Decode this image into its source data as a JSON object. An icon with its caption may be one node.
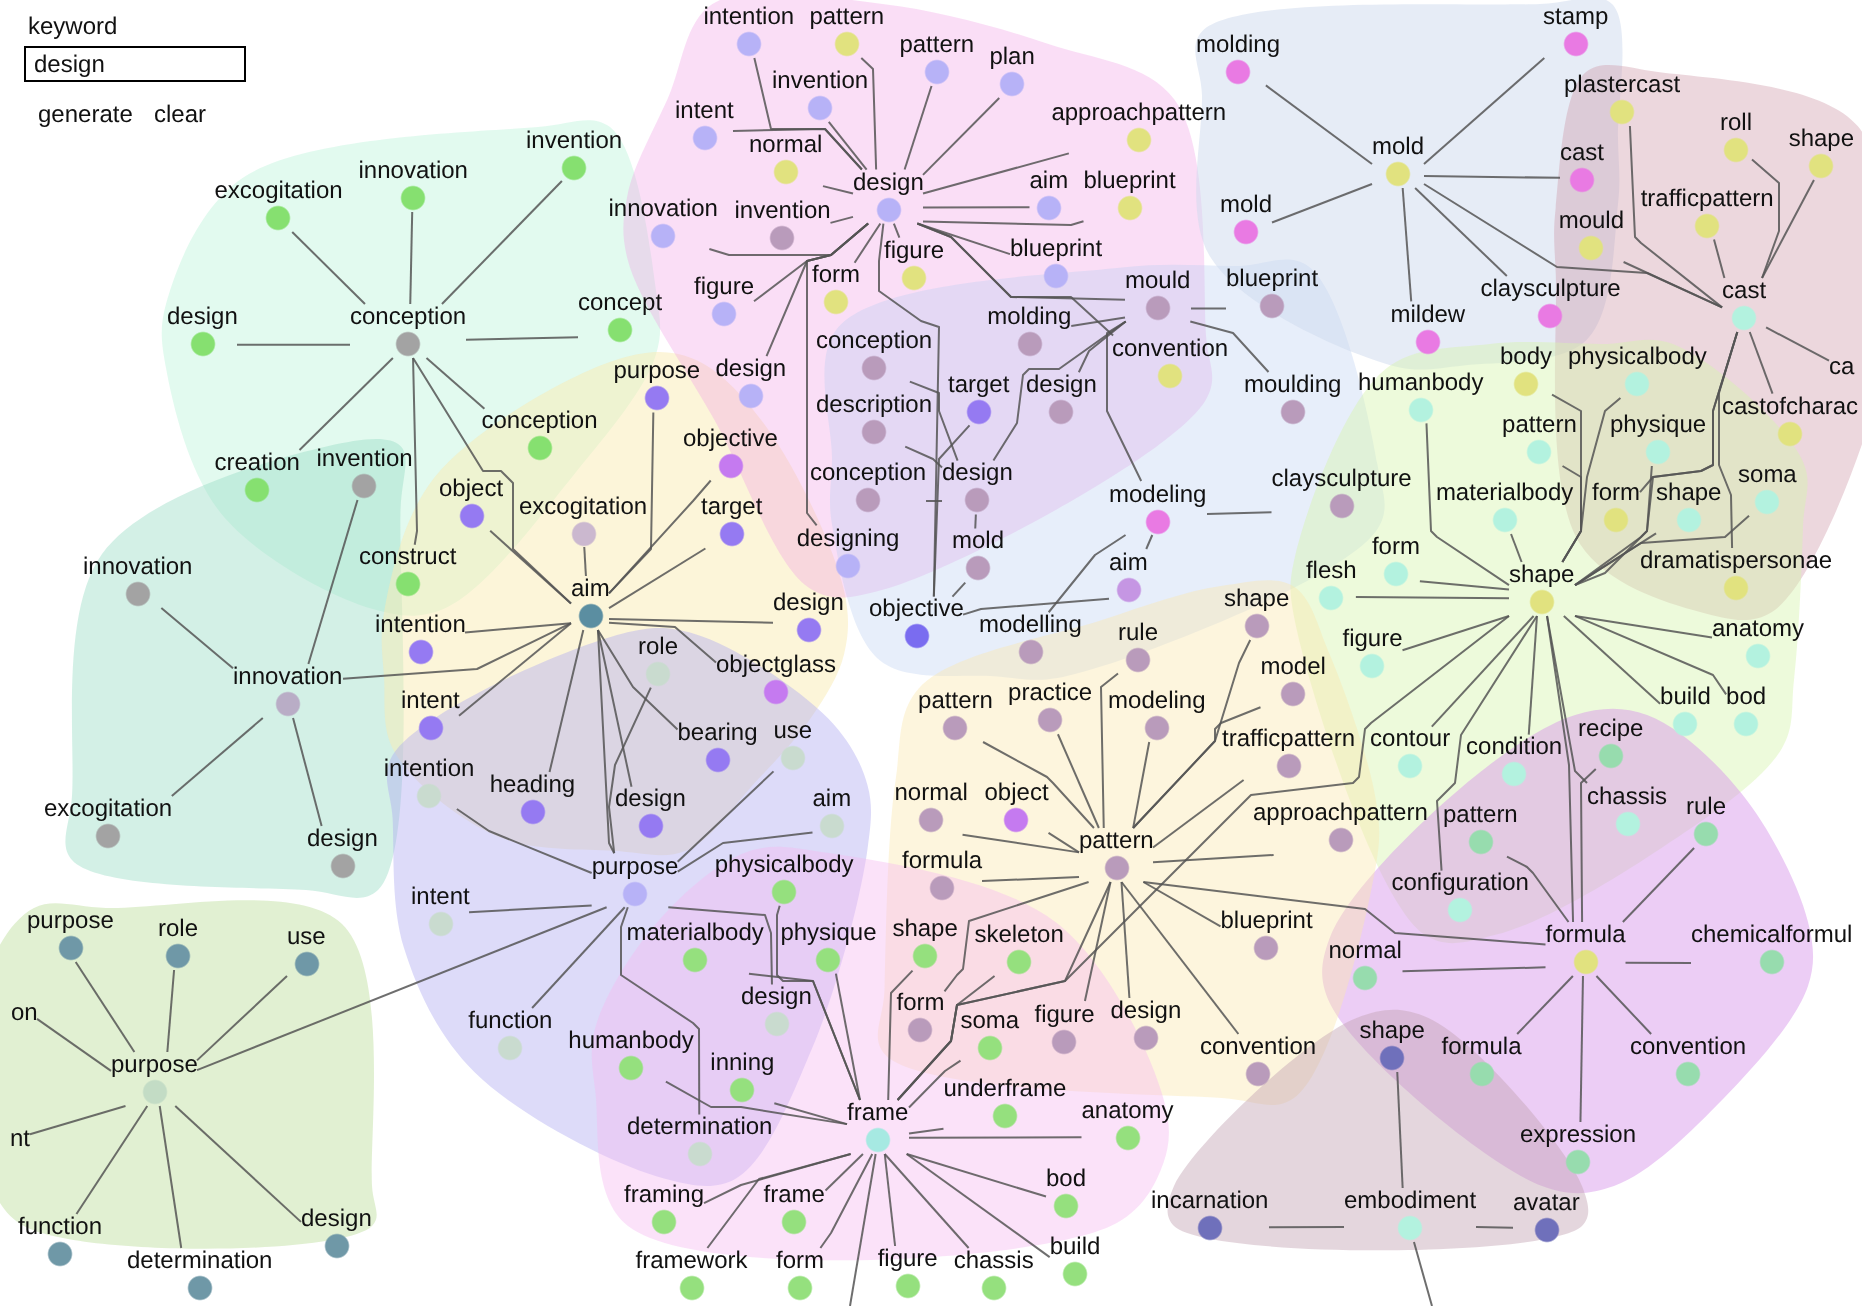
{
  "diagram": {
    "nodes": [
      {
        "text": [
          "conception"
        ]
      },
      {
        "text": [
          "excogitation"
        ]
      },
      {
        "text": [
          "innovation"
        ]
      },
      {
        "text": [
          "invention"
        ]
      },
      {
        "text": [
          "design"
        ]
      },
      {
        "text": [
          "concept"
        ]
      },
      {
        "text": [
          "creation"
        ]
      },
      {
        "text": [
          "conception"
        ]
      },
      {
        "text": [
          "construct"
        ]
      },
      {
        "text": [
          "innovation"
        ]
      },
      {
        "text": [
          "invention"
        ]
      },
      {
        "text": [
          "innovation"
        ]
      },
      {
        "text": [
          "excogitation"
        ]
      },
      {
        "text": [
          "design"
        ]
      },
      {
        "text": [
          "aim"
        ]
      },
      {
        "text": [
          "object"
        ]
      },
      {
        "text": [
          "excogitation"
        ]
      },
      {
        "text": [
          "intention"
        ]
      },
      {
        "text": [
          "intent"
        ]
      },
      {
        "text": [
          "heading"
        ]
      },
      {
        "text": [
          "purpose"
        ]
      },
      {
        "text": [
          "objective"
        ]
      },
      {
        "text": [
          "target"
        ]
      },
      {
        "text": [
          "design"
        ]
      },
      {
        "text": [
          "objectglass"
        ]
      },
      {
        "text": [
          "bearing"
        ]
      },
      {
        "text": [
          "design"
        ]
      },
      {
        "text": [
          "purpose"
        ]
      },
      {
        "text": [
          "intention"
        ]
      },
      {
        "text": [
          "intent"
        ]
      },
      {
        "text": [
          "role"
        ]
      },
      {
        "text": [
          "use"
        ]
      },
      {
        "text": [
          "aim"
        ]
      },
      {
        "text": [
          "design"
        ]
      },
      {
        "text": [
          "function"
        ]
      },
      {
        "text": [
          "determination"
        ]
      },
      {
        "text": [
          "purpose"
        ]
      },
      {
        "text": [
          "purpose"
        ]
      },
      {
        "text": [
          "role"
        ]
      },
      {
        "text": [
          "use"
        ]
      },
      {
        "text": [
          "on"
        ]
      },
      {
        "text": [
          "nt"
        ]
      },
      {
        "text": [
          "function"
        ]
      },
      {
        "text": [
          "design"
        ]
      },
      {
        "text": [
          "determination"
        ]
      },
      {
        "text": [
          "design"
        ]
      },
      {
        "text": [
          "intention"
        ]
      },
      {
        "text": [
          "invention"
        ]
      },
      {
        "text": [
          "pattern"
        ]
      },
      {
        "text": [
          "plan"
        ]
      },
      {
        "text": [
          "intent"
        ]
      },
      {
        "text": [
          "innovation"
        ]
      },
      {
        "text": [
          "aim"
        ]
      },
      {
        "text": [
          "figure"
        ]
      },
      {
        "text": [
          "blueprint"
        ]
      },
      {
        "text": [
          "design"
        ]
      },
      {
        "text": [
          "designing"
        ]
      },
      {
        "text": [
          "pattern"
        ]
      },
      {
        "text": [
          "normal"
        ]
      },
      {
        "text": [
          "approachpattern"
        ]
      },
      {
        "text": [
          "blueprint"
        ]
      },
      {
        "text": [
          "form"
        ]
      },
      {
        "text": [
          "figure"
        ]
      },
      {
        "text": [
          "convention"
        ]
      },
      {
        "text": [
          "invention"
        ]
      },
      {
        "text": [
          "mould"
        ]
      },
      {
        "text": [
          "conception"
        ]
      },
      {
        "text": [
          "molding"
        ]
      },
      {
        "text": [
          "design"
        ]
      },
      {
        "text": [
          "target"
        ]
      },
      {
        "text": [
          "conception"
        ]
      },
      {
        "text": [
          "description"
        ]
      },
      {
        "text": [
          "design"
        ]
      },
      {
        "text": [
          "mold"
        ]
      },
      {
        "text": [
          "objective"
        ]
      },
      {
        "text": [
          "modeling"
        ]
      },
      {
        "text": [
          "aim"
        ]
      },
      {
        "text": [
          "blueprint"
        ]
      },
      {
        "text": [
          "moulding"
        ]
      },
      {
        "text": [
          "claysculpture"
        ]
      },
      {
        "text": [
          "modelling"
        ]
      },
      {
        "text": [
          "mold"
        ]
      },
      {
        "text": [
          "stamp"
        ]
      },
      {
        "text": [
          "molding"
        ]
      },
      {
        "text": [
          "cast"
        ]
      },
      {
        "text": [
          "mold"
        ]
      },
      {
        "text": [
          "claysculpture"
        ]
      },
      {
        "text": [
          "mildew"
        ]
      },
      {
        "text": [
          "cast"
        ]
      },
      {
        "text": [
          "plastercast"
        ]
      },
      {
        "text": [
          "roll"
        ]
      },
      {
        "text": [
          "shape"
        ]
      },
      {
        "text": [
          "trafficpattern"
        ]
      },
      {
        "text": [
          "mould"
        ]
      },
      {
        "text": [
          "ca"
        ]
      },
      {
        "text": [
          "castofcharac"
        ]
      },
      {
        "text": [
          "dramatispersonae"
        ]
      },
      {
        "text": [
          "form"
        ]
      },
      {
        "text": [
          "shape"
        ]
      },
      {
        "text": [
          "humanbody"
        ]
      },
      {
        "text": [
          "materialbody"
        ]
      },
      {
        "text": [
          "body"
        ]
      },
      {
        "text": [
          "pattern"
        ]
      },
      {
        "text": [
          "physicalbody"
        ]
      },
      {
        "text": [
          "physique"
        ]
      },
      {
        "text": [
          "shape"
        ]
      },
      {
        "text": [
          "soma"
        ]
      },
      {
        "text": [
          "anatomy"
        ]
      },
      {
        "text": [
          "bod"
        ]
      },
      {
        "text": [
          "build"
        ]
      },
      {
        "text": [
          "flesh"
        ]
      },
      {
        "text": [
          "form"
        ]
      },
      {
        "text": [
          "figure"
        ]
      },
      {
        "text": [
          "contour"
        ]
      },
      {
        "text": [
          "condition"
        ]
      },
      {
        "text": [
          "chassis"
        ]
      },
      {
        "text": [
          "configuration"
        ]
      },
      {
        "text": [
          "formula"
        ]
      },
      {
        "text": [
          "recipe"
        ]
      },
      {
        "text": [
          "pattern"
        ]
      },
      {
        "text": [
          "rule"
        ]
      },
      {
        "text": [
          "normal"
        ]
      },
      {
        "text": [
          "chemicalformul"
        ]
      },
      {
        "text": [
          "formula"
        ]
      },
      {
        "text": [
          "convention"
        ]
      },
      {
        "text": [
          "expression"
        ]
      },
      {
        "text": [
          "pattern"
        ]
      },
      {
        "text": [
          "pattern"
        ]
      },
      {
        "text": [
          "practice"
        ]
      },
      {
        "text": [
          "rule"
        ]
      },
      {
        "text": [
          "modeling"
        ]
      },
      {
        "text": [
          "normal"
        ]
      },
      {
        "text": [
          "object"
        ]
      },
      {
        "text": [
          "formula"
        ]
      },
      {
        "text": [
          "form"
        ]
      },
      {
        "text": [
          "figure"
        ]
      },
      {
        "text": [
          "design"
        ]
      },
      {
        "text": [
          "convention"
        ]
      },
      {
        "text": [
          "blueprint"
        ]
      },
      {
        "text": [
          "approachpattern"
        ]
      },
      {
        "text": [
          "trafficpattern"
        ]
      },
      {
        "text": [
          "model"
        ]
      },
      {
        "text": [
          "shape"
        ]
      },
      {
        "text": [
          "frame"
        ]
      },
      {
        "text": [
          "physicalbody"
        ]
      },
      {
        "text": [
          "physique"
        ]
      },
      {
        "text": [
          "shape"
        ]
      },
      {
        "text": [
          "materialbody"
        ]
      },
      {
        "text": [
          "skeleton"
        ]
      },
      {
        "text": [
          "soma"
        ]
      },
      {
        "text": [
          "underframe"
        ]
      },
      {
        "text": [
          "inning"
        ]
      },
      {
        "text": [
          "humanbody"
        ]
      },
      {
        "text": [
          "anatomy"
        ]
      },
      {
        "text": [
          "framing"
        ]
      },
      {
        "text": [
          "bod"
        ]
      },
      {
        "text": [
          "framework"
        ]
      },
      {
        "text": [
          "frame"
        ]
      },
      {
        "text": [
          "build"
        ]
      },
      {
        "text": [
          "figure"
        ]
      },
      {
        "text": [
          "chassis"
        ]
      },
      {
        "text": [
          "form"
        ]
      },
      {
        "text": [
          "embodiment"
        ]
      },
      {
        "text": [
          "shape"
        ]
      },
      {
        "text": [
          "incarnation"
        ]
      },
      {
        "text": [
          "avatar"
        ]
      }
    ],
    "edges": [
      {
        "from": 0,
        "to": 1,
        "arrow": "none"
      },
      {
        "from": 0,
        "to": 2,
        "arrow": "none"
      },
      {
        "from": 0,
        "to": 3,
        "arrow": "none"
      },
      {
        "from": 0,
        "to": 4,
        "arrow": "none"
      },
      {
        "from": 0,
        "to": 5,
        "arrow": "none"
      },
      {
        "from": 0,
        "to": 6,
        "arrow": "none"
      },
      {
        "from": 0,
        "to": 7,
        "arrow": "none"
      },
      {
        "from": 0,
        "to": 8,
        "arrow": "none"
      },
      {
        "from": 9,
        "to": 10,
        "arrow": "none"
      },
      {
        "from": 9,
        "to": 11,
        "arrow": "none"
      },
      {
        "from": 9,
        "to": 12,
        "arrow": "none"
      },
      {
        "from": 9,
        "to": 13,
        "arrow": "none"
      },
      {
        "from": 14,
        "to": 15,
        "arrow": "none"
      },
      {
        "from": 14,
        "to": 16,
        "arrow": "none"
      },
      {
        "from": 14,
        "to": 17,
        "arrow": "none"
      },
      {
        "from": 14,
        "to": 18,
        "arrow": "none"
      },
      {
        "from": 14,
        "to": 19,
        "arrow": "none"
      },
      {
        "from": 14,
        "to": 20,
        "arrow": "none"
      },
      {
        "from": 14,
        "to": 21,
        "arrow": "none"
      },
      {
        "from": 14,
        "to": 22,
        "arrow": "none"
      },
      {
        "from": 14,
        "to": 23,
        "arrow": "none"
      },
      {
        "from": 14,
        "to": 24,
        "arrow": "none"
      },
      {
        "from": 14,
        "to": 25,
        "arrow": "none"
      },
      {
        "from": 14,
        "to": 26,
        "arrow": "none"
      },
      {
        "from": 27,
        "to": 28,
        "arrow": "none"
      },
      {
        "from": 27,
        "to": 29,
        "arrow": "none"
      },
      {
        "from": 27,
        "to": 30,
        "arrow": "none"
      },
      {
        "from": 27,
        "to": 31,
        "arrow": "none"
      },
      {
        "from": 27,
        "to": 32,
        "arrow": "none"
      },
      {
        "from": 27,
        "to": 33,
        "arrow": "none"
      },
      {
        "from": 27,
        "to": 34,
        "arrow": "none"
      },
      {
        "from": 27,
        "to": 35,
        "arrow": "none"
      },
      {
        "from": 36,
        "to": 37,
        "arrow": "none"
      },
      {
        "from": 36,
        "to": 38,
        "arrow": "none"
      },
      {
        "from": 36,
        "to": 39,
        "arrow": "none"
      },
      {
        "from": 36,
        "to": 40,
        "arrow": "none"
      },
      {
        "from": 36,
        "to": 41,
        "arrow": "none"
      },
      {
        "from": 36,
        "to": 42,
        "arrow": "none"
      },
      {
        "from": 36,
        "to": 43,
        "arrow": "none"
      },
      {
        "from": 36,
        "to": 44,
        "arrow": "none"
      },
      {
        "from": 45,
        "to": 46,
        "arrow": "none"
      },
      {
        "from": 45,
        "to": 47,
        "arrow": "none"
      },
      {
        "from": 45,
        "to": 48,
        "arrow": "none"
      },
      {
        "from": 45,
        "to": 49,
        "arrow": "none"
      },
      {
        "from": 45,
        "to": 50,
        "arrow": "none"
      },
      {
        "from": 45,
        "to": 51,
        "arrow": "none"
      },
      {
        "from": 45,
        "to": 52,
        "arrow": "none"
      },
      {
        "from": 45,
        "to": 53,
        "arrow": "none"
      },
      {
        "from": 45,
        "to": 54,
        "arrow": "none"
      },
      {
        "from": 45,
        "to": 55,
        "arrow": "none"
      },
      {
        "from": 45,
        "to": 56,
        "arrow": "none"
      },
      {
        "from": 45,
        "to": 57,
        "arrow": "none"
      },
      {
        "from": 45,
        "to": 58,
        "arrow": "none"
      },
      {
        "from": 45,
        "to": 59,
        "arrow": "none"
      },
      {
        "from": 45,
        "to": 60,
        "arrow": "none"
      },
      {
        "from": 45,
        "to": 61,
        "arrow": "none"
      },
      {
        "from": 45,
        "to": 62,
        "arrow": "none"
      },
      {
        "from": 45,
        "to": 63,
        "arrow": "none"
      },
      {
        "from": 45,
        "to": 64,
        "arrow": "none"
      },
      {
        "from": 65,
        "to": 67,
        "arrow": "none"
      },
      {
        "from": 65,
        "to": 68,
        "arrow": "none"
      },
      {
        "from": 65,
        "to": 72,
        "arrow": "none"
      },
      {
        "from": 65,
        "to": 75,
        "arrow": "none"
      },
      {
        "from": 65,
        "to": 77,
        "arrow": "none"
      },
      {
        "from": 65,
        "to": 78,
        "arrow": "none"
      },
      {
        "from": 72,
        "to": 66,
        "arrow": "none"
      },
      {
        "from": 72,
        "to": 70,
        "arrow": "none"
      },
      {
        "from": 72,
        "to": 71,
        "arrow": "none"
      },
      {
        "from": 72,
        "to": 73,
        "arrow": "none"
      },
      {
        "from": 74,
        "to": 69,
        "arrow": "none"
      },
      {
        "from": 74,
        "to": 73,
        "arrow": "none"
      },
      {
        "from": 74,
        "to": 76,
        "arrow": "none"
      },
      {
        "from": 75,
        "to": 76,
        "arrow": "none"
      },
      {
        "from": 75,
        "to": 79,
        "arrow": "none"
      },
      {
        "from": 75,
        "to": 80,
        "arrow": "none"
      },
      {
        "from": 81,
        "to": 82,
        "arrow": "none"
      },
      {
        "from": 81,
        "to": 83,
        "arrow": "none"
      },
      {
        "from": 81,
        "to": 84,
        "arrow": "none"
      },
      {
        "from": 81,
        "to": 85,
        "arrow": "none"
      },
      {
        "from": 81,
        "to": 86,
        "arrow": "none"
      },
      {
        "from": 81,
        "to": 87,
        "arrow": "none"
      },
      {
        "from": 88,
        "to": 89,
        "arrow": "none"
      },
      {
        "from": 88,
        "to": 90,
        "arrow": "none"
      },
      {
        "from": 88,
        "to": 91,
        "arrow": "none"
      },
      {
        "from": 88,
        "to": 92,
        "arrow": "none"
      },
      {
        "from": 88,
        "to": 93,
        "arrow": "none"
      },
      {
        "from": 88,
        "to": 94,
        "arrow": "none"
      },
      {
        "from": 88,
        "to": 95,
        "arrow": "none"
      },
      {
        "from": 88,
        "to": 96,
        "arrow": "none"
      },
      {
        "from": 88,
        "to": 97,
        "arrow": "none"
      },
      {
        "from": 98,
        "to": 99,
        "arrow": "none"
      },
      {
        "from": 98,
        "to": 100,
        "arrow": "none"
      },
      {
        "from": 98,
        "to": 101,
        "arrow": "none"
      },
      {
        "from": 98,
        "to": 102,
        "arrow": "none"
      },
      {
        "from": 98,
        "to": 103,
        "arrow": "none"
      },
      {
        "from": 98,
        "to": 104,
        "arrow": "none"
      },
      {
        "from": 98,
        "to": 105,
        "arrow": "none"
      },
      {
        "from": 98,
        "to": 106,
        "arrow": "none"
      },
      {
        "from": 98,
        "to": 107,
        "arrow": "none"
      },
      {
        "from": 98,
        "to": 108,
        "arrow": "none"
      },
      {
        "from": 98,
        "to": 109,
        "arrow": "none"
      },
      {
        "from": 98,
        "to": 110,
        "arrow": "none"
      },
      {
        "from": 98,
        "to": 111,
        "arrow": "none"
      },
      {
        "from": 98,
        "to": 112,
        "arrow": "none"
      },
      {
        "from": 98,
        "to": 113,
        "arrow": "none"
      },
      {
        "from": 98,
        "to": 114,
        "arrow": "none"
      },
      {
        "from": 98,
        "to": 115,
        "arrow": "none"
      },
      {
        "from": 98,
        "to": 116,
        "arrow": "none"
      },
      {
        "from": 117,
        "to": 118,
        "arrow": "none"
      },
      {
        "from": 117,
        "to": 119,
        "arrow": "none"
      },
      {
        "from": 117,
        "to": 120,
        "arrow": "none"
      },
      {
        "from": 117,
        "to": 121,
        "arrow": "none"
      },
      {
        "from": 117,
        "to": 122,
        "arrow": "none"
      },
      {
        "from": 117,
        "to": 123,
        "arrow": "none"
      },
      {
        "from": 117,
        "to": 124,
        "arrow": "none"
      },
      {
        "from": 117,
        "to": 125,
        "arrow": "none"
      },
      {
        "from": 126,
        "to": 127,
        "arrow": "none"
      },
      {
        "from": 126,
        "to": 128,
        "arrow": "none"
      },
      {
        "from": 126,
        "to": 129,
        "arrow": "none"
      },
      {
        "from": 126,
        "to": 130,
        "arrow": "none"
      },
      {
        "from": 126,
        "to": 131,
        "arrow": "none"
      },
      {
        "from": 126,
        "to": 132,
        "arrow": "none"
      },
      {
        "from": 126,
        "to": 133,
        "arrow": "none"
      },
      {
        "from": 126,
        "to": 134,
        "arrow": "none"
      },
      {
        "from": 126,
        "to": 135,
        "arrow": "none"
      },
      {
        "from": 126,
        "to": 136,
        "arrow": "none"
      },
      {
        "from": 126,
        "to": 137,
        "arrow": "none"
      },
      {
        "from": 126,
        "to": 138,
        "arrow": "none"
      },
      {
        "from": 126,
        "to": 139,
        "arrow": "none"
      },
      {
        "from": 126,
        "to": 140,
        "arrow": "none"
      },
      {
        "from": 126,
        "to": 141,
        "arrow": "none"
      },
      {
        "from": 126,
        "to": 142,
        "arrow": "none"
      },
      {
        "from": 143,
        "to": 144,
        "arrow": "none"
      },
      {
        "from": 143,
        "to": 145,
        "arrow": "none"
      },
      {
        "from": 143,
        "to": 146,
        "arrow": "none"
      },
      {
        "from": 143,
        "to": 147,
        "arrow": "none"
      },
      {
        "from": 143,
        "to": 148,
        "arrow": "none"
      },
      {
        "from": 143,
        "to": 149,
        "arrow": "none"
      },
      {
        "from": 143,
        "to": 150,
        "arrow": "none"
      },
      {
        "from": 143,
        "to": 151,
        "arrow": "none"
      },
      {
        "from": 143,
        "to": 152,
        "arrow": "none"
      },
      {
        "from": 143,
        "to": 153,
        "arrow": "none"
      },
      {
        "from": 143,
        "to": 154,
        "arrow": "none"
      },
      {
        "from": 143,
        "to": 155,
        "arrow": "none"
      },
      {
        "from": 143,
        "to": 156,
        "arrow": "none"
      },
      {
        "from": 143,
        "to": 157,
        "arrow": "none"
      },
      {
        "from": 143,
        "to": 158,
        "arrow": "none"
      },
      {
        "from": 143,
        "to": 159,
        "arrow": "none"
      },
      {
        "from": 143,
        "to": 160,
        "arrow": "none"
      },
      {
        "from": 143,
        "to": 161,
        "arrow": "none"
      },
      {
        "from": 162,
        "to": 163,
        "arrow": "none"
      },
      {
        "from": 162,
        "to": 164,
        "arrow": "none"
      },
      {
        "from": 162,
        "to": 165,
        "arrow": "none"
      },
      {
        "from": 0,
        "to": 14,
        "arrow": "none"
      },
      {
        "from": 9,
        "to": 14,
        "arrow": "none"
      },
      {
        "from": 14,
        "to": 27,
        "arrow": "none"
      },
      {
        "from": 27,
        "to": 36,
        "arrow": "none"
      },
      {
        "from": 45,
        "to": 65,
        "arrow": "none"
      },
      {
        "from": 45,
        "to": 74,
        "arrow": "none"
      },
      {
        "from": 81,
        "to": 88,
        "arrow": "none"
      },
      {
        "from": 88,
        "to": 98,
        "arrow": "none"
      },
      {
        "from": 98,
        "to": 117,
        "arrow": "none"
      },
      {
        "from": 126,
        "to": 117,
        "arrow": "none"
      },
      {
        "from": 126,
        "to": 143,
        "arrow": "none"
      },
      {
        "from": 143,
        "to": 98,
        "arrow": "none"
      },
      {
        "from": 162,
        "to": null,
        "arrow": "none"
      },
      {
        "from": 143,
        "to": null,
        "arrow": "none"
      }
    ],
    "labels": [
      "keyword",
      "design",
      "generate",
      "clear"
    ]
  }
}
